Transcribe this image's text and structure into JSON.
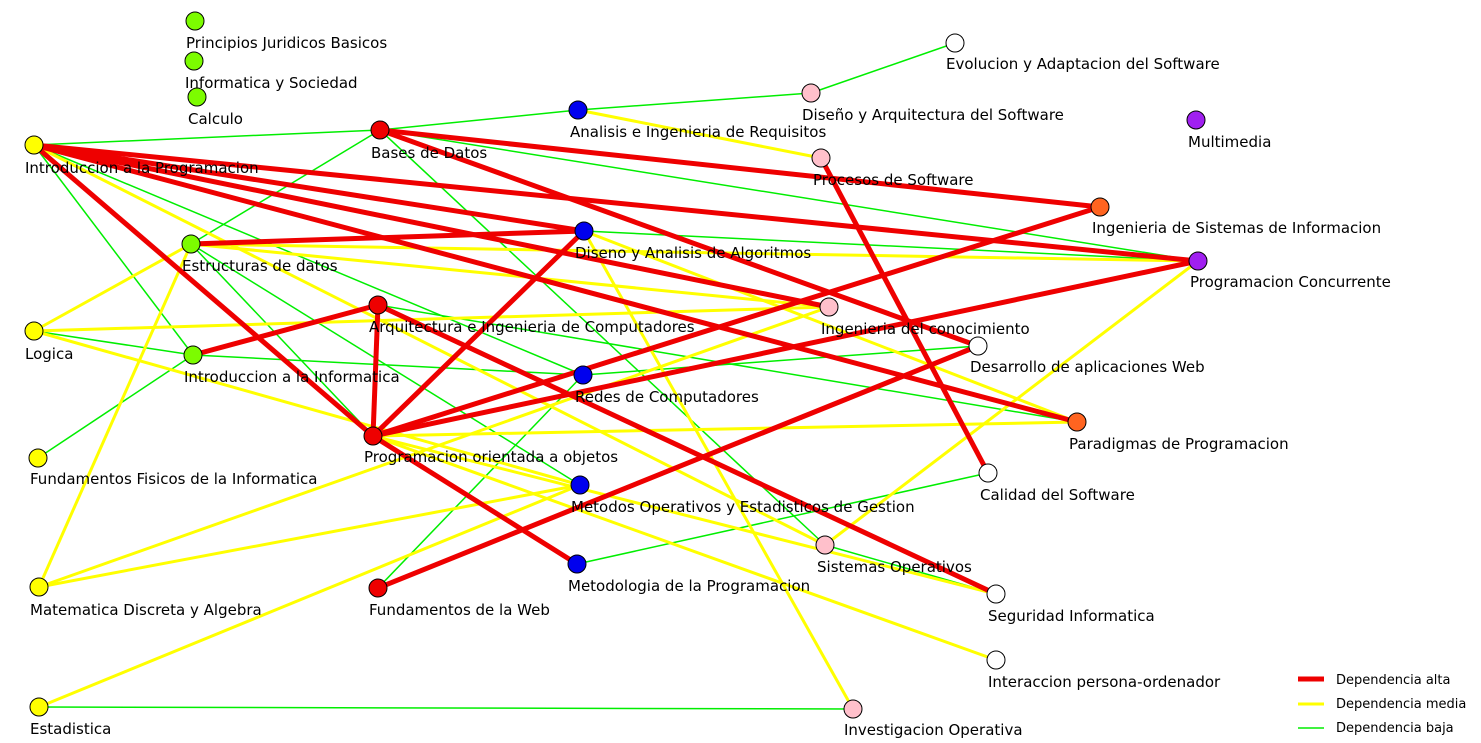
{
  "nodes": [
    {
      "id": "pjb",
      "label": "Principios Juridicos Basicos",
      "color": "#7cfc00"
    },
    {
      "id": "is",
      "label": "Informatica y Sociedad",
      "color": "#7cfc00"
    },
    {
      "id": "cal",
      "label": "Calculo",
      "color": "#7cfc00"
    },
    {
      "id": "ip",
      "label": "Introduccion a la Programacion",
      "color": "#ffff00"
    },
    {
      "id": "bd",
      "label": "Bases de Datos",
      "color": "#ee0000"
    },
    {
      "id": "air",
      "label": "Analisis e Ingenieria de Requisitos",
      "color": "#0000ee"
    },
    {
      "id": "das",
      "label": "Diseño y Arquitectura del Software",
      "color": "#ffc0cb"
    },
    {
      "id": "eas",
      "label": "Evolucion y Adaptacion del Software",
      "color": "#ffffff"
    },
    {
      "id": "mm",
      "label": "Multimedia",
      "color": "#a020f0"
    },
    {
      "id": "ps",
      "label": "Procesos de Software",
      "color": "#ffc0cb"
    },
    {
      "id": "isi",
      "label": "Ingenieria de Sistemas de Informacion",
      "color": "#ff6420"
    },
    {
      "id": "ed",
      "label": "Estructuras de datos",
      "color": "#7cfc00"
    },
    {
      "id": "daa",
      "label": "Diseno y Analisis de Algoritmos",
      "color": "#0000ee"
    },
    {
      "id": "pc",
      "label": "Programacion Concurrente",
      "color": "#a020f0"
    },
    {
      "id": "log",
      "label": "Logica",
      "color": "#ffff00"
    },
    {
      "id": "aic",
      "label": "Arquitectura e Ingenieria de Computadores",
      "color": "#ee0000"
    },
    {
      "id": "ic",
      "label": "Ingenieria del conocimiento",
      "color": "#ffc0cb"
    },
    {
      "id": "ii",
      "label": "Introduccion a la Informatica",
      "color": "#7cfc00"
    },
    {
      "id": "daw",
      "label": "Desarrollo de aplicaciones Web",
      "color": "#ffffff"
    },
    {
      "id": "rc",
      "label": "Redes de Computadores",
      "color": "#0000ee"
    },
    {
      "id": "ffi",
      "label": "Fundamentos Fisicos de la Informatica",
      "color": "#ffff00"
    },
    {
      "id": "poo",
      "label": "Programacion orientada a objetos",
      "color": "#ee0000"
    },
    {
      "id": "pp",
      "label": "Paradigmas de Programacion",
      "color": "#ff6420"
    },
    {
      "id": "csw",
      "label": "Calidad del Software",
      "color": "#ffffff"
    },
    {
      "id": "moeg",
      "label": "Metodos Operativos y Estadisticos de Gestion",
      "color": "#0000ee"
    },
    {
      "id": "so",
      "label": "Sistemas Operativos",
      "color": "#ffc0cb"
    },
    {
      "id": "mda",
      "label": "Matematica Discreta y Algebra",
      "color": "#ffff00"
    },
    {
      "id": "mp",
      "label": "Metodologia de la Programacion",
      "color": "#0000ee"
    },
    {
      "id": "fw",
      "label": "Fundamentos de la Web",
      "color": "#ee0000"
    },
    {
      "id": "si",
      "label": "Seguridad Informatica",
      "color": "#ffffff"
    },
    {
      "id": "ipo",
      "label": "Interaccion persona-ordenador",
      "color": "#ffffff"
    },
    {
      "id": "est",
      "label": "Estadistica",
      "color": "#ffff00"
    },
    {
      "id": "io",
      "label": "Investigacion Operativa",
      "color": "#ffc0cb"
    }
  ],
  "edge_types": {
    "alta": {
      "label": "Dependencia alta",
      "color": "#ee0000"
    },
    "media": {
      "label": "Dependencia media",
      "color": "#ffff00"
    },
    "baja": {
      "label": "Dependencia baja",
      "color": "#00ee00"
    }
  },
  "edges": [
    [
      "ip",
      "daa",
      "alta"
    ],
    [
      "ip",
      "ic",
      "alta"
    ],
    [
      "ip",
      "pp",
      "alta"
    ],
    [
      "ip",
      "pc",
      "alta"
    ],
    [
      "ip",
      "poo",
      "alta"
    ],
    [
      "bd",
      "isi",
      "alta"
    ],
    [
      "bd",
      "daw",
      "alta"
    ],
    [
      "ed",
      "daa",
      "alta"
    ],
    [
      "ii",
      "aic",
      "alta"
    ],
    [
      "aic",
      "poo",
      "alta"
    ],
    [
      "aic",
      "si",
      "alta"
    ],
    [
      "daa",
      "poo",
      "alta"
    ],
    [
      "ps",
      "csw",
      "alta"
    ],
    [
      "poo",
      "pc",
      "alta"
    ],
    [
      "poo",
      "mp",
      "alta"
    ],
    [
      "fw",
      "daw",
      "alta"
    ],
    [
      "isi",
      "poo",
      "alta"
    ],
    [
      "air",
      "ps",
      "media"
    ],
    [
      "ed",
      "pc",
      "media"
    ],
    [
      "ed",
      "ic",
      "media"
    ],
    [
      "ed",
      "mda",
      "media"
    ],
    [
      "ed",
      "log",
      "media"
    ],
    [
      "log",
      "ic",
      "media"
    ],
    [
      "log",
      "moeg",
      "media"
    ],
    [
      "daa",
      "io",
      "media"
    ],
    [
      "daa",
      "pp",
      "media"
    ],
    [
      "poo",
      "pp",
      "media"
    ],
    [
      "poo",
      "si",
      "media"
    ],
    [
      "poo",
      "ipo",
      "media"
    ],
    [
      "mda",
      "ic",
      "media"
    ],
    [
      "mda",
      "moeg",
      "media"
    ],
    [
      "est",
      "moeg",
      "media"
    ],
    [
      "pc",
      "so",
      "media"
    ],
    [
      "ip",
      "so",
      "media"
    ],
    [
      "ip",
      "bd",
      "baja"
    ],
    [
      "ip",
      "ii",
      "baja"
    ],
    [
      "ip",
      "rc",
      "baja"
    ],
    [
      "ip",
      "pp",
      "baja"
    ],
    [
      "bd",
      "ed",
      "baja"
    ],
    [
      "bd",
      "air",
      "baja"
    ],
    [
      "bd",
      "pc",
      "baja"
    ],
    [
      "bd",
      "so",
      "baja"
    ],
    [
      "air",
      "das",
      "baja"
    ],
    [
      "das",
      "eas",
      "baja"
    ],
    [
      "ed",
      "poo",
      "baja"
    ],
    [
      "ed",
      "daa",
      "baja"
    ],
    [
      "daa",
      "pc",
      "baja"
    ],
    [
      "log",
      "ii",
      "baja"
    ],
    [
      "ii",
      "rc",
      "baja"
    ],
    [
      "ffi",
      "ii",
      "baja"
    ],
    [
      "rc",
      "daw",
      "baja"
    ],
    [
      "rc",
      "fw",
      "baja"
    ],
    [
      "aic",
      "pp",
      "baja"
    ],
    [
      "poo",
      "si",
      "baja"
    ],
    [
      "so",
      "si",
      "baja"
    ],
    [
      "mp",
      "csw",
      "baja"
    ],
    [
      "est",
      "io",
      "baja"
    ],
    [
      "ed",
      "moeg",
      "baja"
    ]
  ]
}
